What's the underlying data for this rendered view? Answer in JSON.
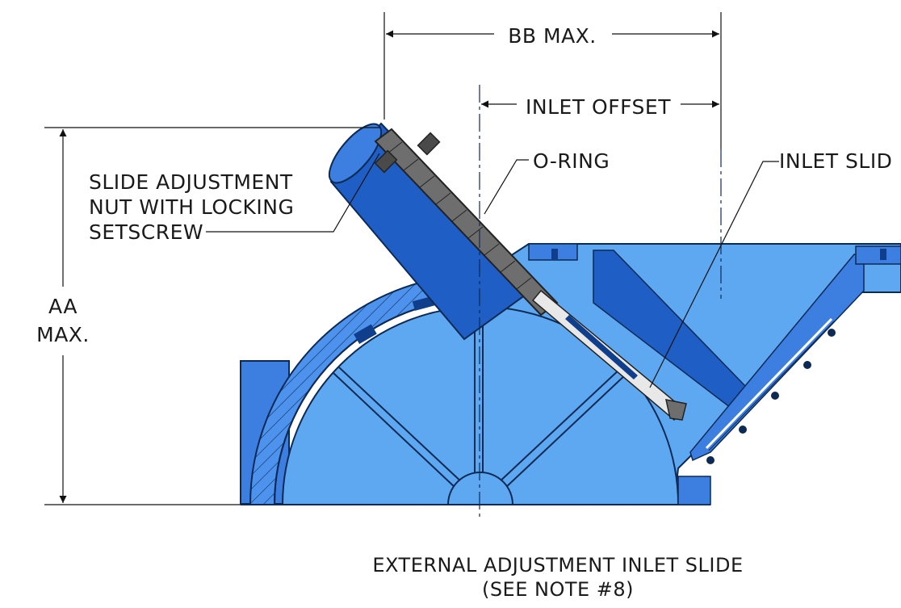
{
  "labels": {
    "bb_max": "BB MAX.",
    "inlet_offset": "INLET OFFSET",
    "o_ring": "O-RING",
    "inlet_slide": "INLET SLID",
    "slide_adjustment_line1": "SLIDE ADJUSTMENT",
    "slide_adjustment_line2": "NUT WITH LOCKING",
    "slide_adjustment_line3": "SETSCREW",
    "aa_line1": "AA",
    "aa_line2": "MAX."
  },
  "caption": {
    "line1": "EXTERNAL ADJUSTMENT INLET SLIDE",
    "line2": "(SEE NOTE #8)"
  },
  "colors": {
    "body_light": "#5ea8f2",
    "body_mid": "#3d7fe0",
    "body_dark": "#1f5ec4",
    "body_deep": "#0f3f8c",
    "edge": "#0d2a55",
    "slide_gray": "#6e6e6e",
    "dimension_line": "#111111"
  }
}
